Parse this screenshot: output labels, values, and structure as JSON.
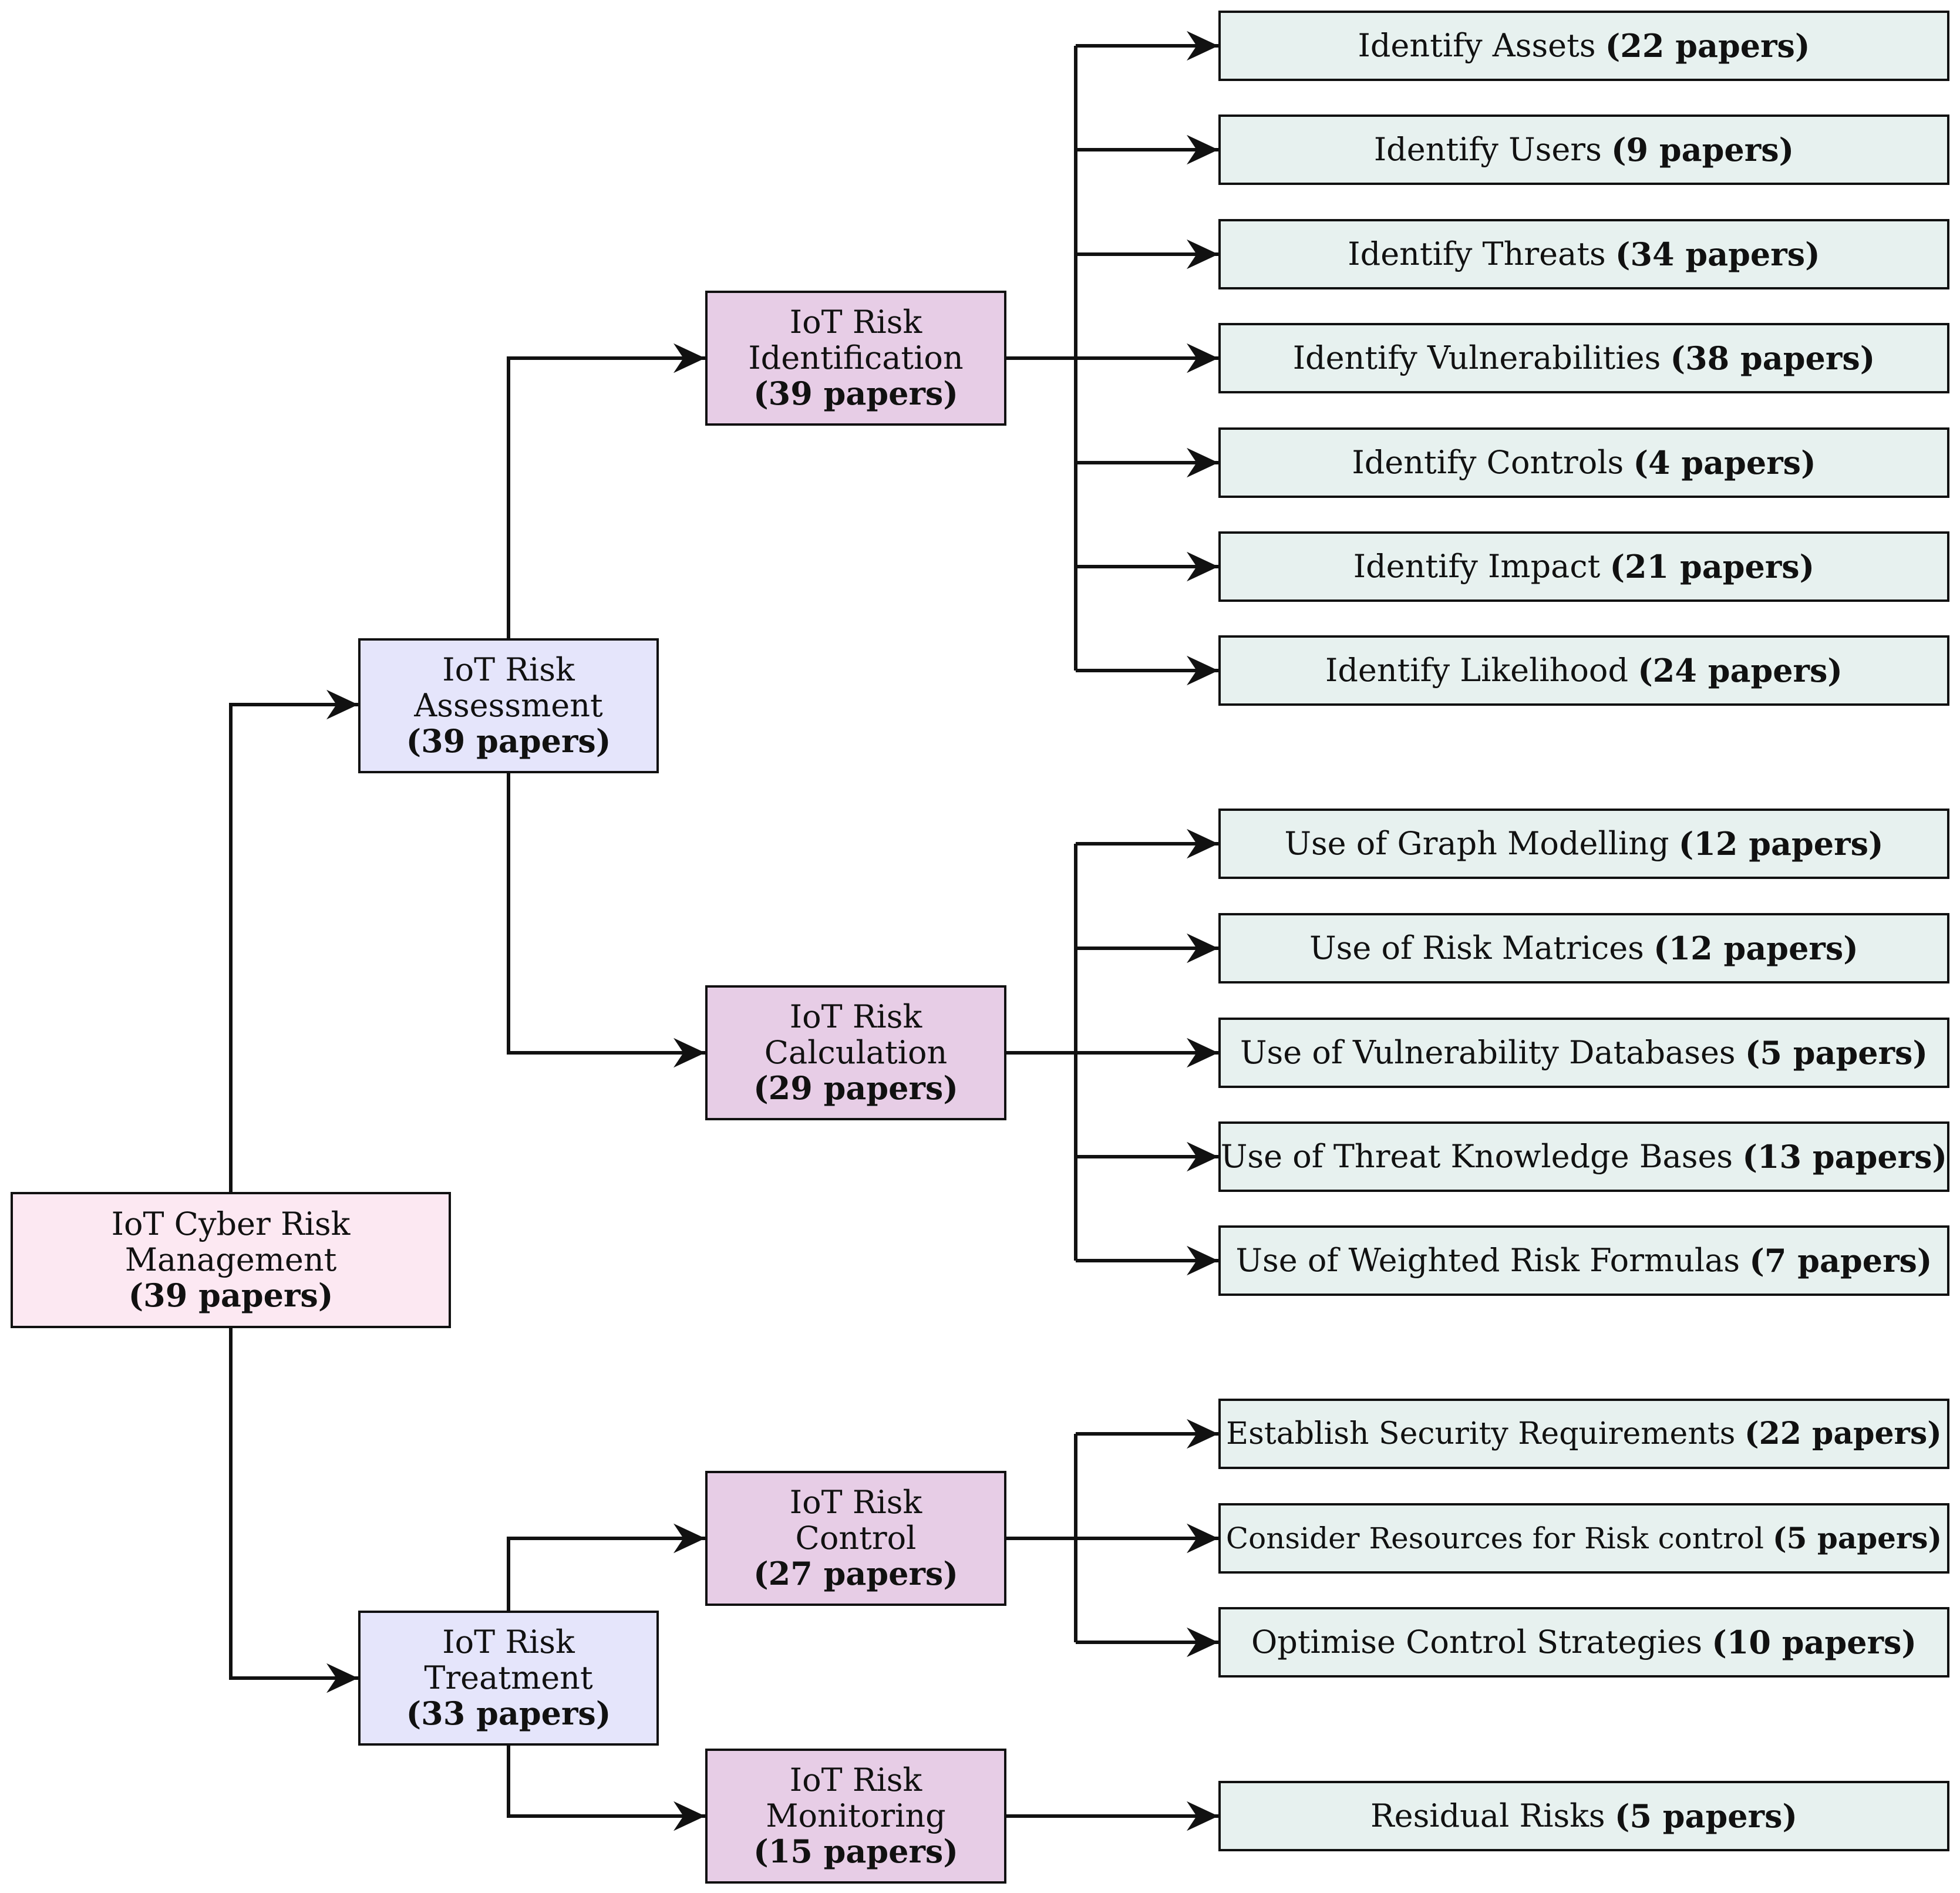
{
  "root": {
    "line1": "IoT Cyber Risk",
    "line2": "Management",
    "count": "(39  papers)"
  },
  "assessment": {
    "line1": "IoT Risk",
    "line2": "Assessment",
    "count": "(39 papers)"
  },
  "treatment": {
    "line1": "IoT Risk",
    "line2": "Treatment",
    "count": "(33 papers)"
  },
  "identification": {
    "line1": "IoT Risk",
    "line2": "Identification",
    "count": "(39 papers)"
  },
  "calculation": {
    "line1": "IoT Risk",
    "line2": "Calculation",
    "count": "(29 papers)"
  },
  "control": {
    "line1": "IoT Risk",
    "line2": "Control",
    "count": "(27 papers)"
  },
  "monitoring": {
    "line1": "IoT Risk",
    "line2": "Monitoring",
    "count": "(15 papers)"
  },
  "identification_items": [
    {
      "label": "Identify Assets",
      "count": "(22  papers)"
    },
    {
      "label": "Identify Users",
      "count": "(9  papers)"
    },
    {
      "label": "Identify Threats",
      "count": "(34  papers)"
    },
    {
      "label": "Identify Vulnerabilities",
      "count": "(38 papers)"
    },
    {
      "label": "Identify Controls",
      "count": "(4  papers)"
    },
    {
      "label": "Identify Impact",
      "count": "(21  papers)"
    },
    {
      "label": "Identify Likelihood",
      "count": "(24  papers)"
    }
  ],
  "calculation_items": [
    {
      "label": "Use of Graph Modelling",
      "count": "(12 papers)"
    },
    {
      "label": "Use of Risk Matrices",
      "count": "(12  papers)"
    },
    {
      "label": "Use of Vulnerability Databases",
      "count": "(5 papers)"
    },
    {
      "label": "Use of Threat Knowledge Bases",
      "count": "(13 papers)"
    },
    {
      "label": "Use of Weighted Risk Formulas",
      "count": "(7 papers)"
    }
  ],
  "control_items": [
    {
      "label": "Establish Security Requirements",
      "count": "(22 papers)"
    },
    {
      "label": "Consider Resources for Risk control",
      "count": "(5 papers)"
    },
    {
      "label": "Optimise Control Strategies",
      "count": "(10 papers)"
    }
  ],
  "monitoring_items": [
    {
      "label": "Residual Risks",
      "count": "(5  papers)"
    }
  ],
  "colors": {
    "root_fill": "#fce8f2",
    "level1_fill": "#e5e5fb",
    "level2_fill": "#e7cde6",
    "leaf_fill": "#e7f1ef",
    "stroke": "#111111"
  }
}
